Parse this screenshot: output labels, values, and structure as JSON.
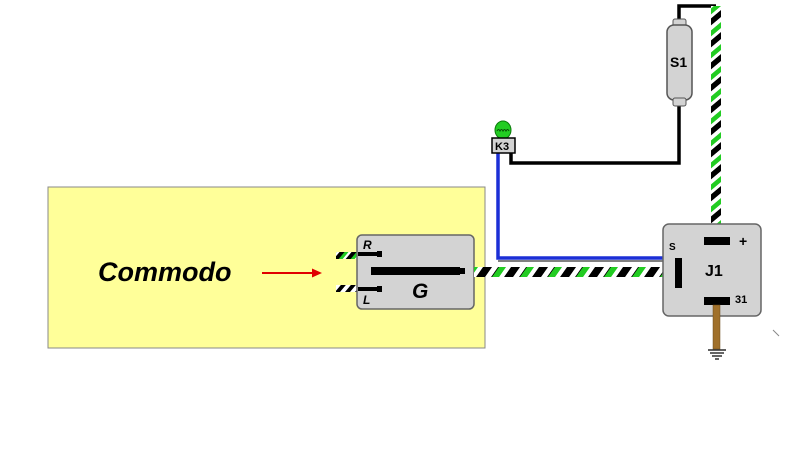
{
  "commodo": {
    "label": "Commodo"
  },
  "switch_g": {
    "label": "G",
    "pin_r": "R",
    "pin_l": "L"
  },
  "relay_j1": {
    "label": "J1",
    "pin_s": "S",
    "pin_plus": "+",
    "pin_31": "31"
  },
  "component_s1": {
    "label": "S1"
  },
  "indicator_k3": {
    "label": "K3"
  },
  "colors": {
    "commodo_panel": "#ffff99",
    "component_gray": "#d3d3d3",
    "wire_blue": "#1c2fd6",
    "wire_green": "#22cc22",
    "wire_black": "#000000",
    "ground_wire": "#a0702a",
    "arrow_red": "#e00000"
  }
}
